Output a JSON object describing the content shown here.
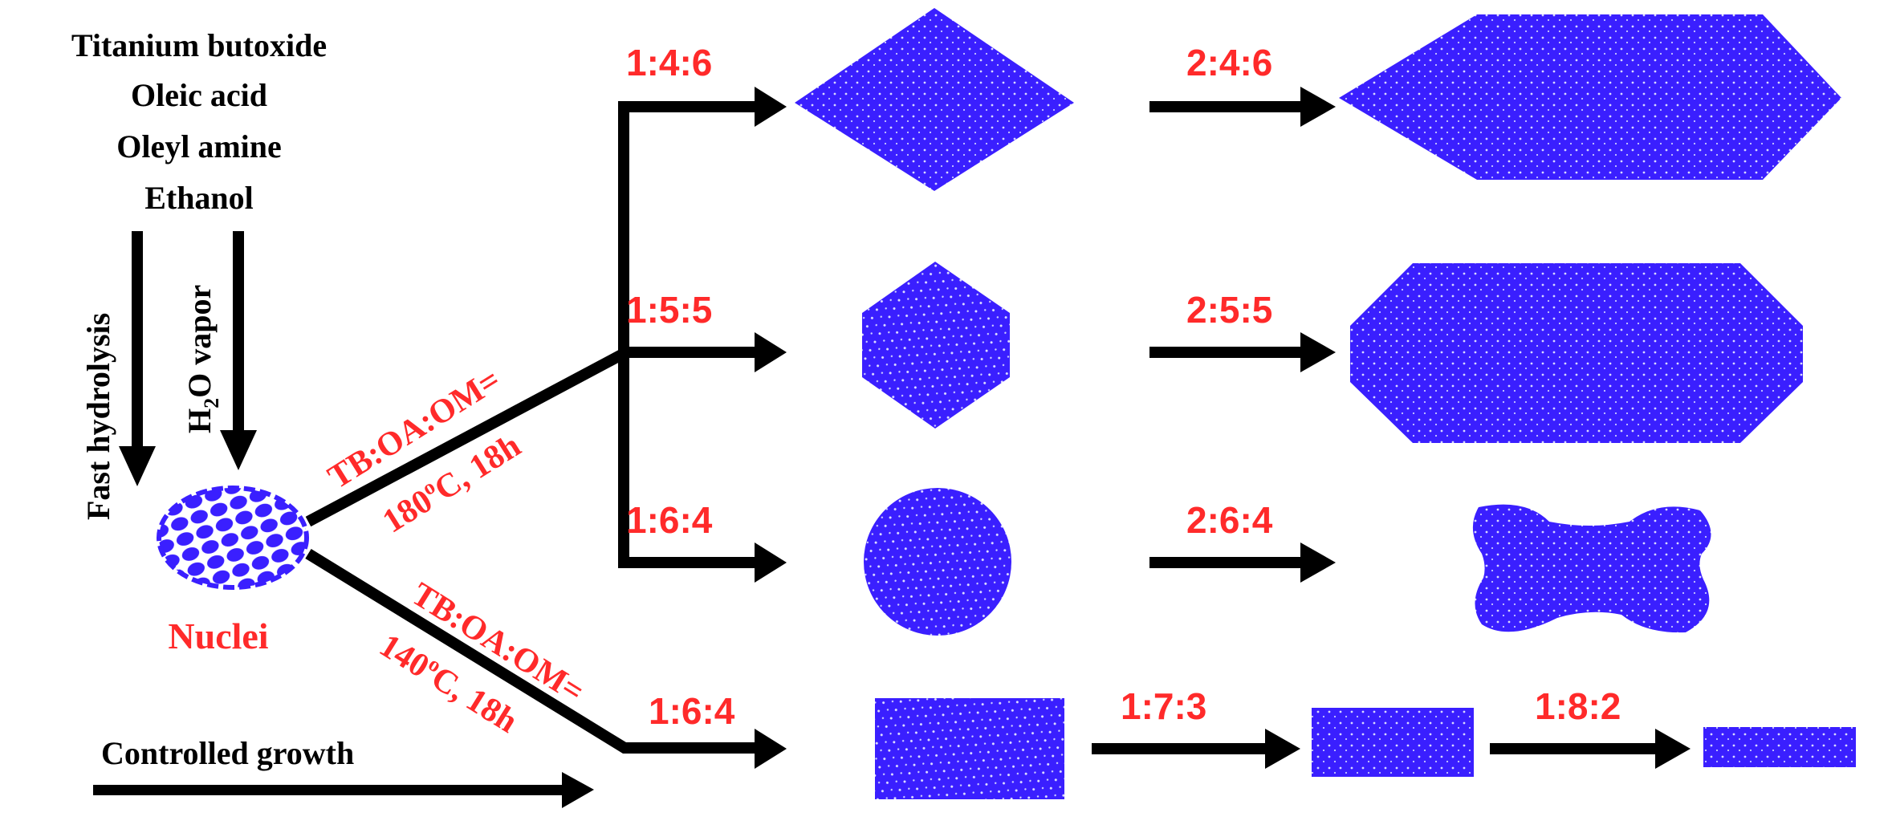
{
  "colors": {
    "crystal": "#3a1fff",
    "label_red": "#ff2a2a",
    "arrow": "#000000",
    "background": "#ffffff"
  },
  "reagents": [
    "Titanium butoxide",
    "Oleic acid",
    "Oleyl amine",
    "Ethanol"
  ],
  "process": {
    "fast_hydrolysis": "Fast hydrolysis",
    "h2o_vapor_main": "H",
    "h2o_vapor_sub": "2",
    "h2o_vapor_rest": "O vapor",
    "nuclei": "Nuclei",
    "controlled_growth": "Controlled growth"
  },
  "conditions": {
    "upper_ratio_label": "TB:OA:OM=",
    "upper_temp_a": "180",
    "upper_temp_sup": "o",
    "upper_temp_b": "C, 18h",
    "lower_ratio_label": "TB:OA:OM=",
    "lower_temp_a": "140",
    "lower_temp_sup": "o",
    "lower_temp_b": "C, 18h"
  },
  "ratios": {
    "r1_first": "1:4:6",
    "r1_second": "2:4:6",
    "r2_first": "1:5:5",
    "r2_second": "2:5:5",
    "r3_first": "1:6:4",
    "r3_second": "2:6:4",
    "r4_first": "1:6:4",
    "r4_second": "1:7:3",
    "r4_third": "1:8:2"
  },
  "shapes": {
    "row1_first": "rhombus",
    "row1_second": "elongated-hexagon",
    "row2_first": "hexagon",
    "row2_second": "octagon",
    "row3_first": "sphere",
    "row3_second": "dog-bone",
    "row4_first": "rectangle",
    "row4_second": "short-rod",
    "row4_third": "thin-rod"
  }
}
